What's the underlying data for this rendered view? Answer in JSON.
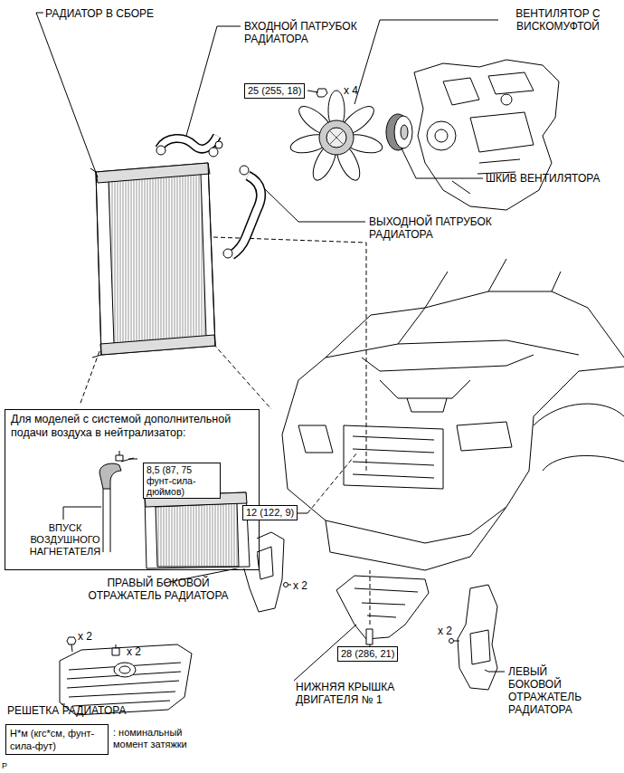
{
  "diagram": {
    "nodes": [
      {
        "text": [
          "Для моделей с системой дополнительной подачи воздуха в нейтрализатор:"
        ]
      },
      {
        "text": [
          "8,5 (87, 75 фунт-сила-дюймов)"
        ],
        "in": 0
      },
      {
        "text": [
          "25 (255, 18)"
        ]
      },
      {
        "text": [
          "12 (122, 9)"
        ]
      },
      {
        "text": [
          "28 (286, 21)"
        ]
      },
      {
        "text": [
          "Н*м (кгс*см, фунт-сила-фут)"
        ]
      }
    ],
    "labels": [
      "РАДИАТОР В СБОРЕ",
      "ВХОДНОЙ ПАТРУБОК РАДИАТОРА",
      "ВЕНТИЛЯТОР С ВИСКОМУФТОЙ",
      "x 4",
      "ШКИВ ВЕНТИЛЯТОРА",
      "ВЫХОДНОЙ ПАТРУБОК РАДИАТОРА",
      "ВПУСК ВОЗДУШНОГО НАГНЕТАТЕЛЯ",
      "ПРАВЫЙ БОКОВОЙ ОТРАЖАТЕЛЬ РАДИАТОРА",
      "x 2",
      "x 2",
      "x 2",
      "НИЖНЯЯ КРЫШКА ДВИГАТЕЛЯ № 1",
      "x 2",
      "ЛЕВЫЙ БОКОВОЙ ОТРАЖАТЕЛЬ РАДИАТОРА",
      "РЕШЕТКА РАДИАТОРА",
      ": номинальный момент затяжки",
      "P"
    ]
  }
}
